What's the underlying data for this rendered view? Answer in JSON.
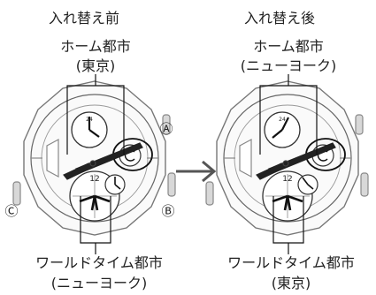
{
  "panels": [
    {
      "heading": "入れ替え前",
      "home_label": "ホーム都市",
      "home_city": "(東京)",
      "world_label": "ワールドタイム都市",
      "world_city": "(ニューヨーク)"
    },
    {
      "heading": "入れ替え後",
      "home_label": "ホーム都市",
      "home_city": "(ニューヨーク)",
      "world_label": "ワールドタイム都市",
      "world_city": "(東京)"
    }
  ],
  "buttons": {
    "a": "Ⓐ",
    "b": "Ⓑ",
    "c": "Ⓒ"
  },
  "dial": {
    "top_numeral": "24",
    "bottom_numeral": "12"
  }
}
